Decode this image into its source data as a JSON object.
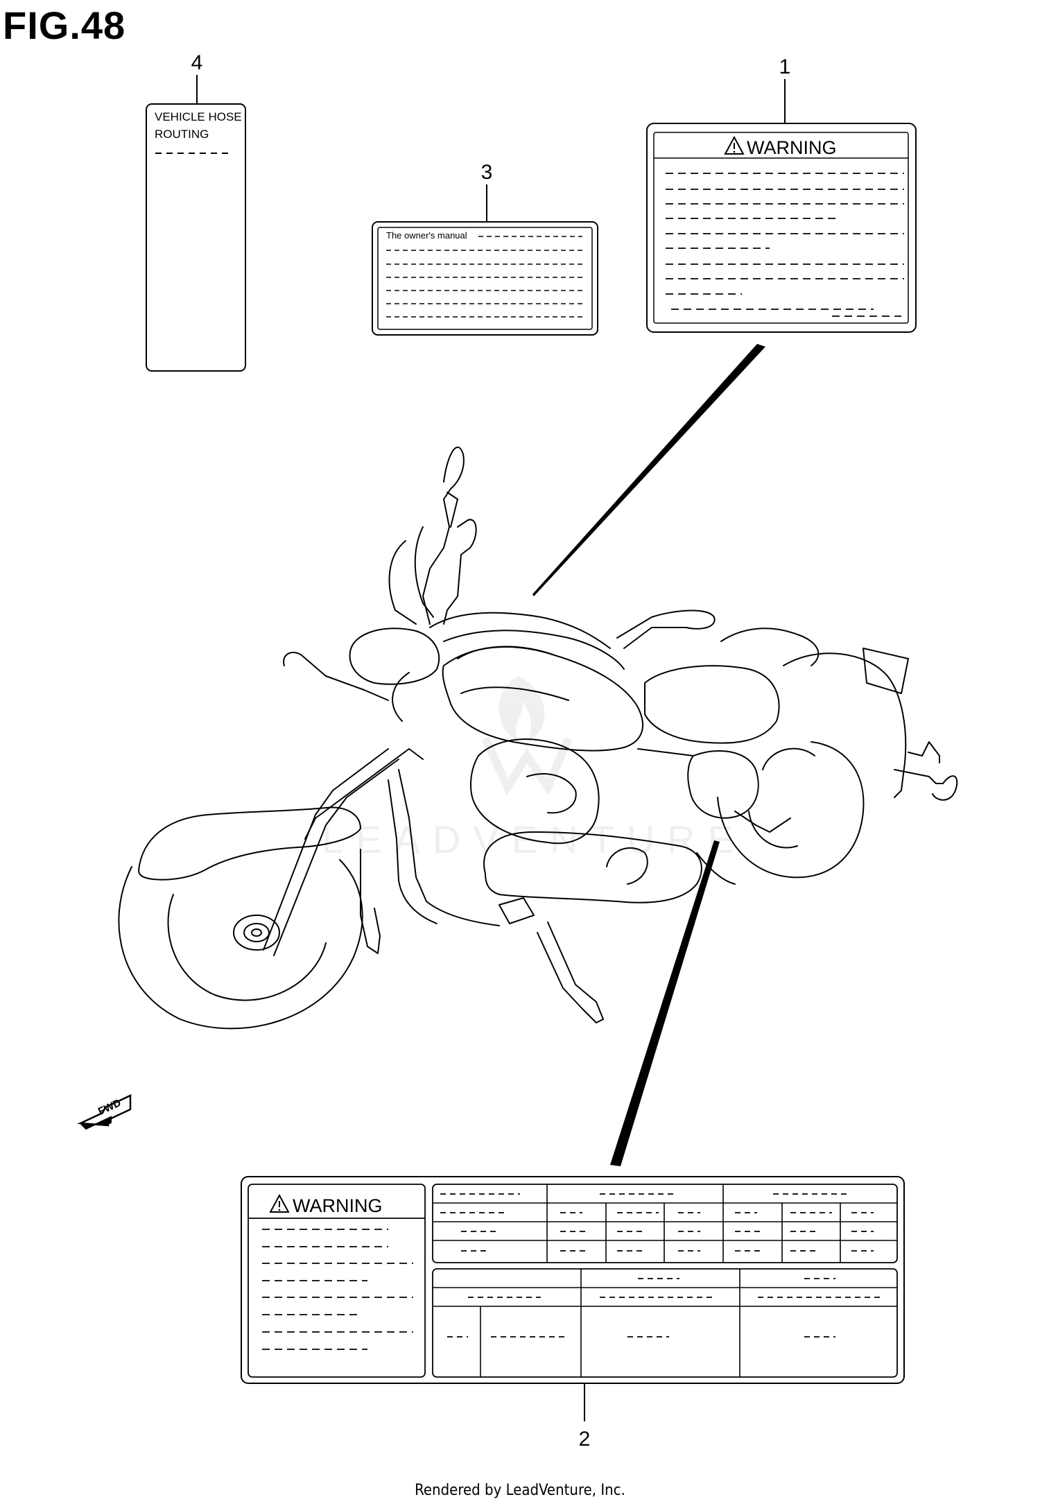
{
  "figure": {
    "title": "FIG.48"
  },
  "callouts": [
    "1",
    "2",
    "3",
    "4"
  ],
  "labels": {
    "label1_heading": "WARNING",
    "label2_heading": "WARNING",
    "label3_text": "The owner's manual",
    "label4_line1": "VEHICLE HOSE",
    "label4_line2": "ROUTING",
    "fwd": "FWD"
  },
  "watermark": "LEADVENTURE",
  "footer": "Rendered by LeadVenture, Inc."
}
